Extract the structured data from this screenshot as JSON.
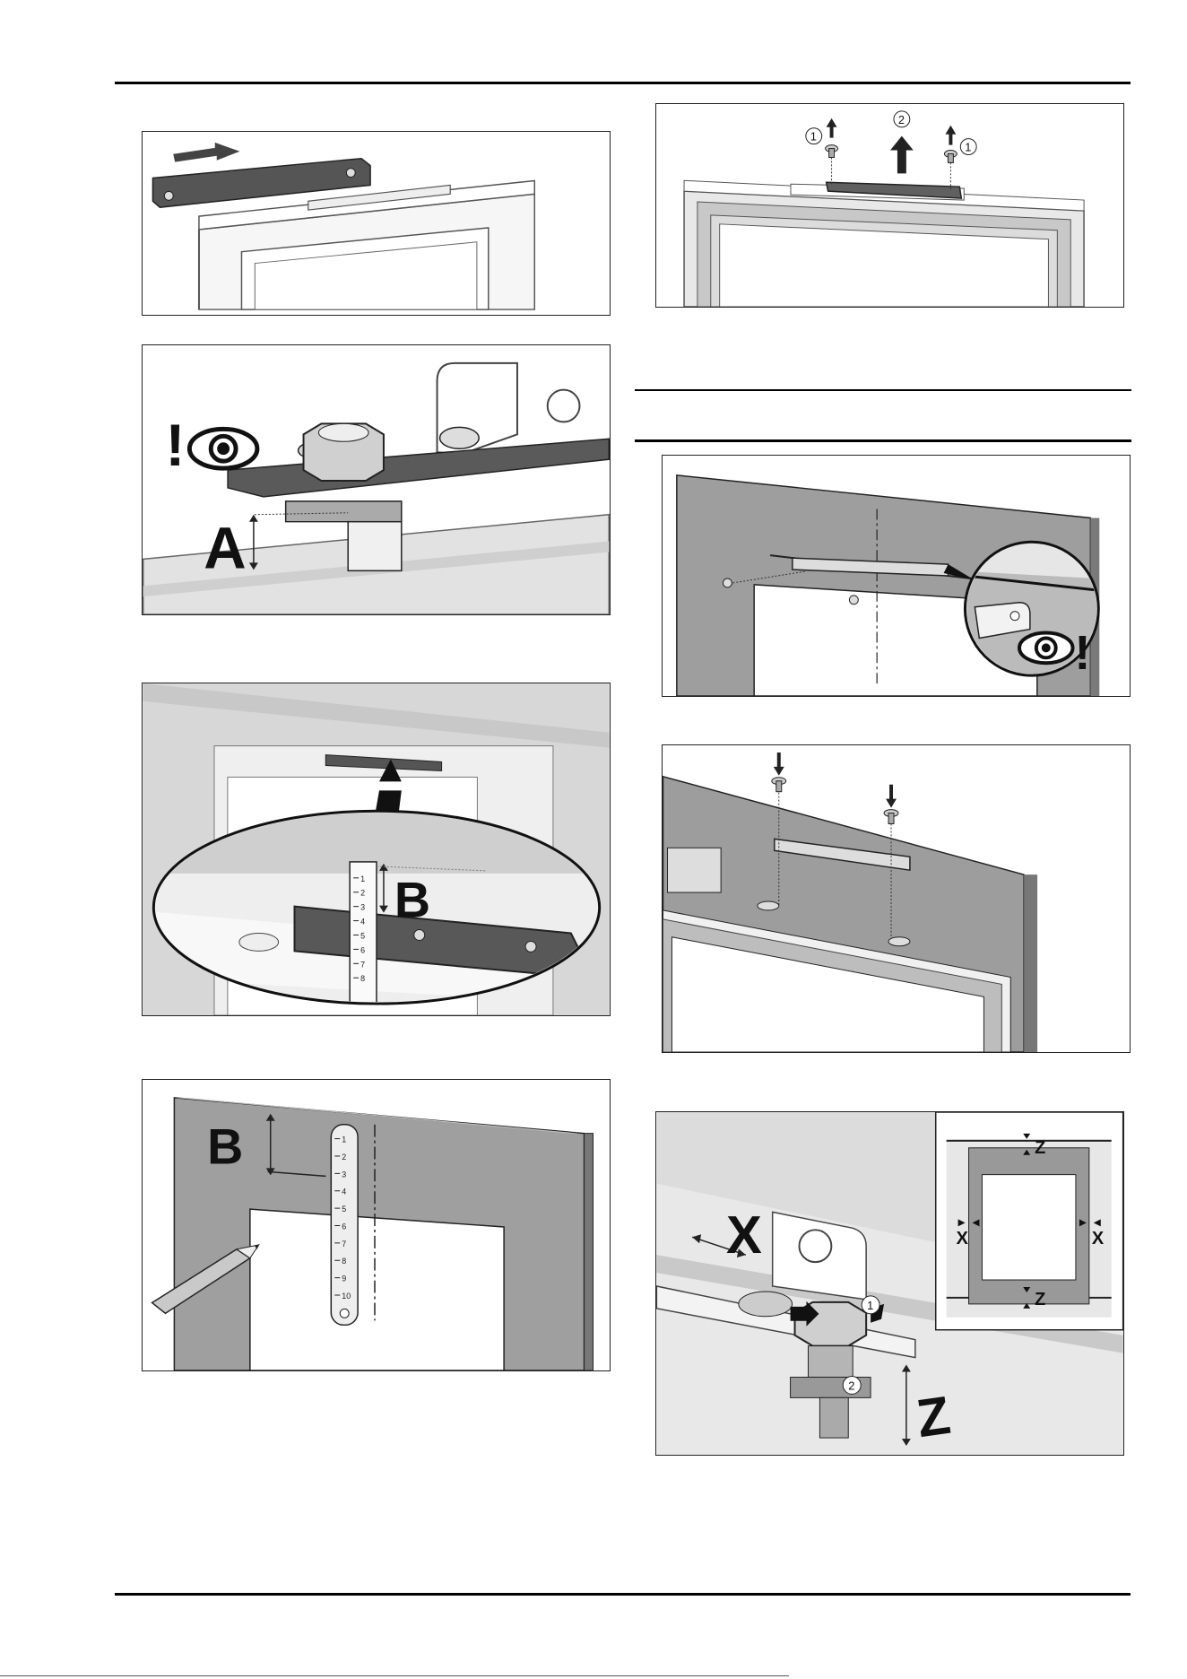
{
  "labels": {
    "a": "A",
    "b": "B",
    "x": "X",
    "z": "Z",
    "one": "1",
    "two": "2",
    "excl": "!"
  },
  "ruler_ticks": [
    "1",
    "2",
    "3",
    "4",
    "5",
    "6",
    "7",
    "8",
    "9",
    "10"
  ]
}
